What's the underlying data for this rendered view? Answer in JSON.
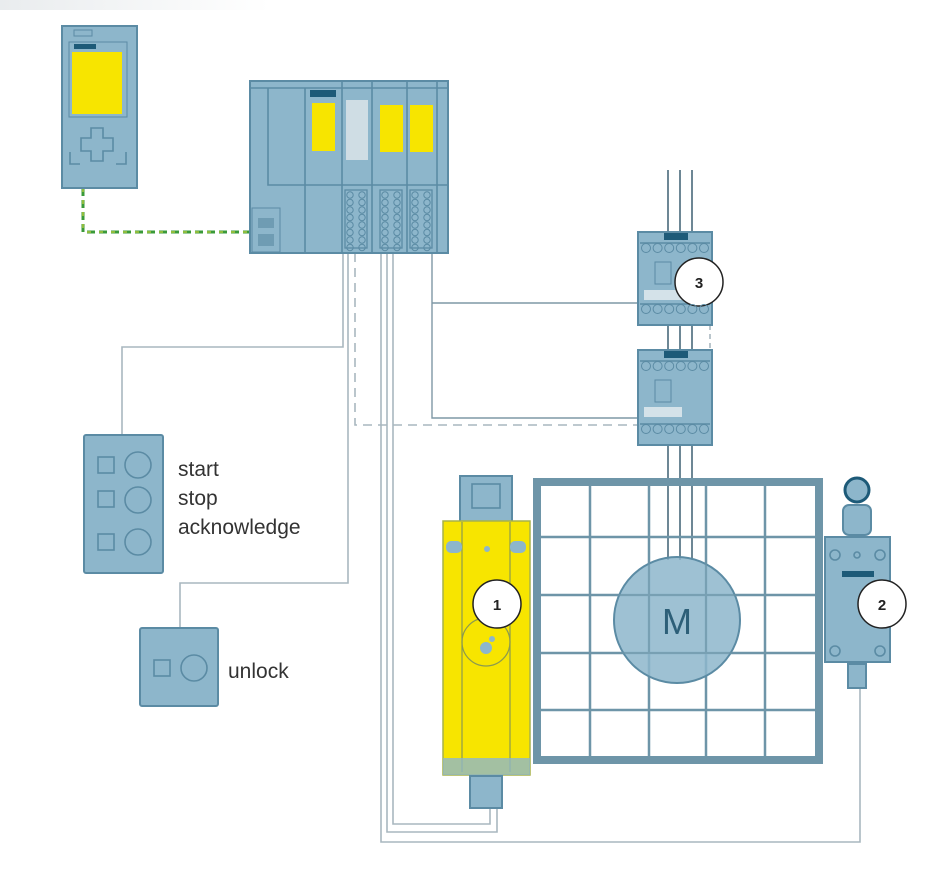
{
  "colors": {
    "device_blue": "#8db6cb",
    "outline": "#5b8ba4",
    "safety_yellow": "#f7e500",
    "wire": "#a9b7bf",
    "profinet": "#3a9a3a"
  },
  "buttons_panel": {
    "labels": [
      "start",
      "stop",
      "acknowledge"
    ]
  },
  "unlock_panel": {
    "label": "unlock"
  },
  "motor": {
    "label": "M"
  },
  "callouts": {
    "guard_locking": "1",
    "position_switch": "2",
    "contactor": "3"
  }
}
